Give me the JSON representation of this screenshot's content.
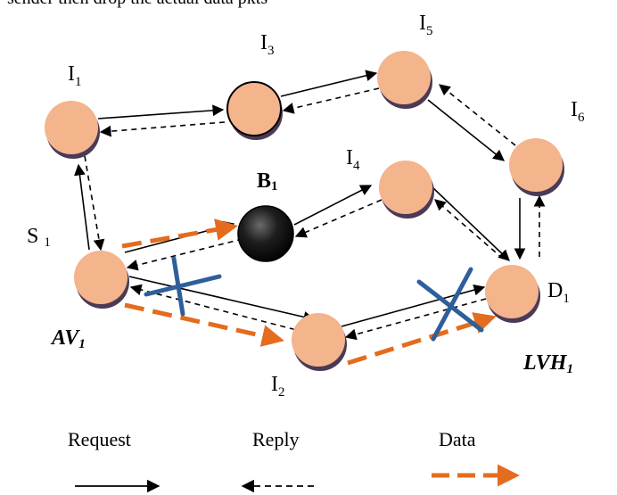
{
  "top_caption": "sender then drop the actual data pkts",
  "nodes": {
    "I1": {
      "main": "I",
      "sub": "1"
    },
    "I2": {
      "main": "I",
      "sub": "2"
    },
    "I3": {
      "main": "I",
      "sub": "3"
    },
    "I4": {
      "main": "I",
      "sub": "4"
    },
    "I5": {
      "main": "I",
      "sub": "5"
    },
    "I6": {
      "main": "I",
      "sub": "6"
    },
    "B1": {
      "main": "B",
      "sub": "1"
    },
    "S1": {
      "main": "S",
      "sub": "1"
    },
    "D1": {
      "main": "D",
      "sub": "1"
    },
    "AV1": {
      "main": "AV",
      "sub": "1"
    },
    "LVH1": {
      "main": "LVH",
      "sub": "1"
    }
  },
  "legend": {
    "request": "Request",
    "reply": "Reply",
    "data": "Data"
  },
  "colors": {
    "node_fill": "#f4b48c",
    "node_shadow": "#4b3a55",
    "malicious_fill": "#111111",
    "data_arrow": "#e46c1e",
    "drop_cross": "#2e5f9b",
    "line": "#000000"
  }
}
